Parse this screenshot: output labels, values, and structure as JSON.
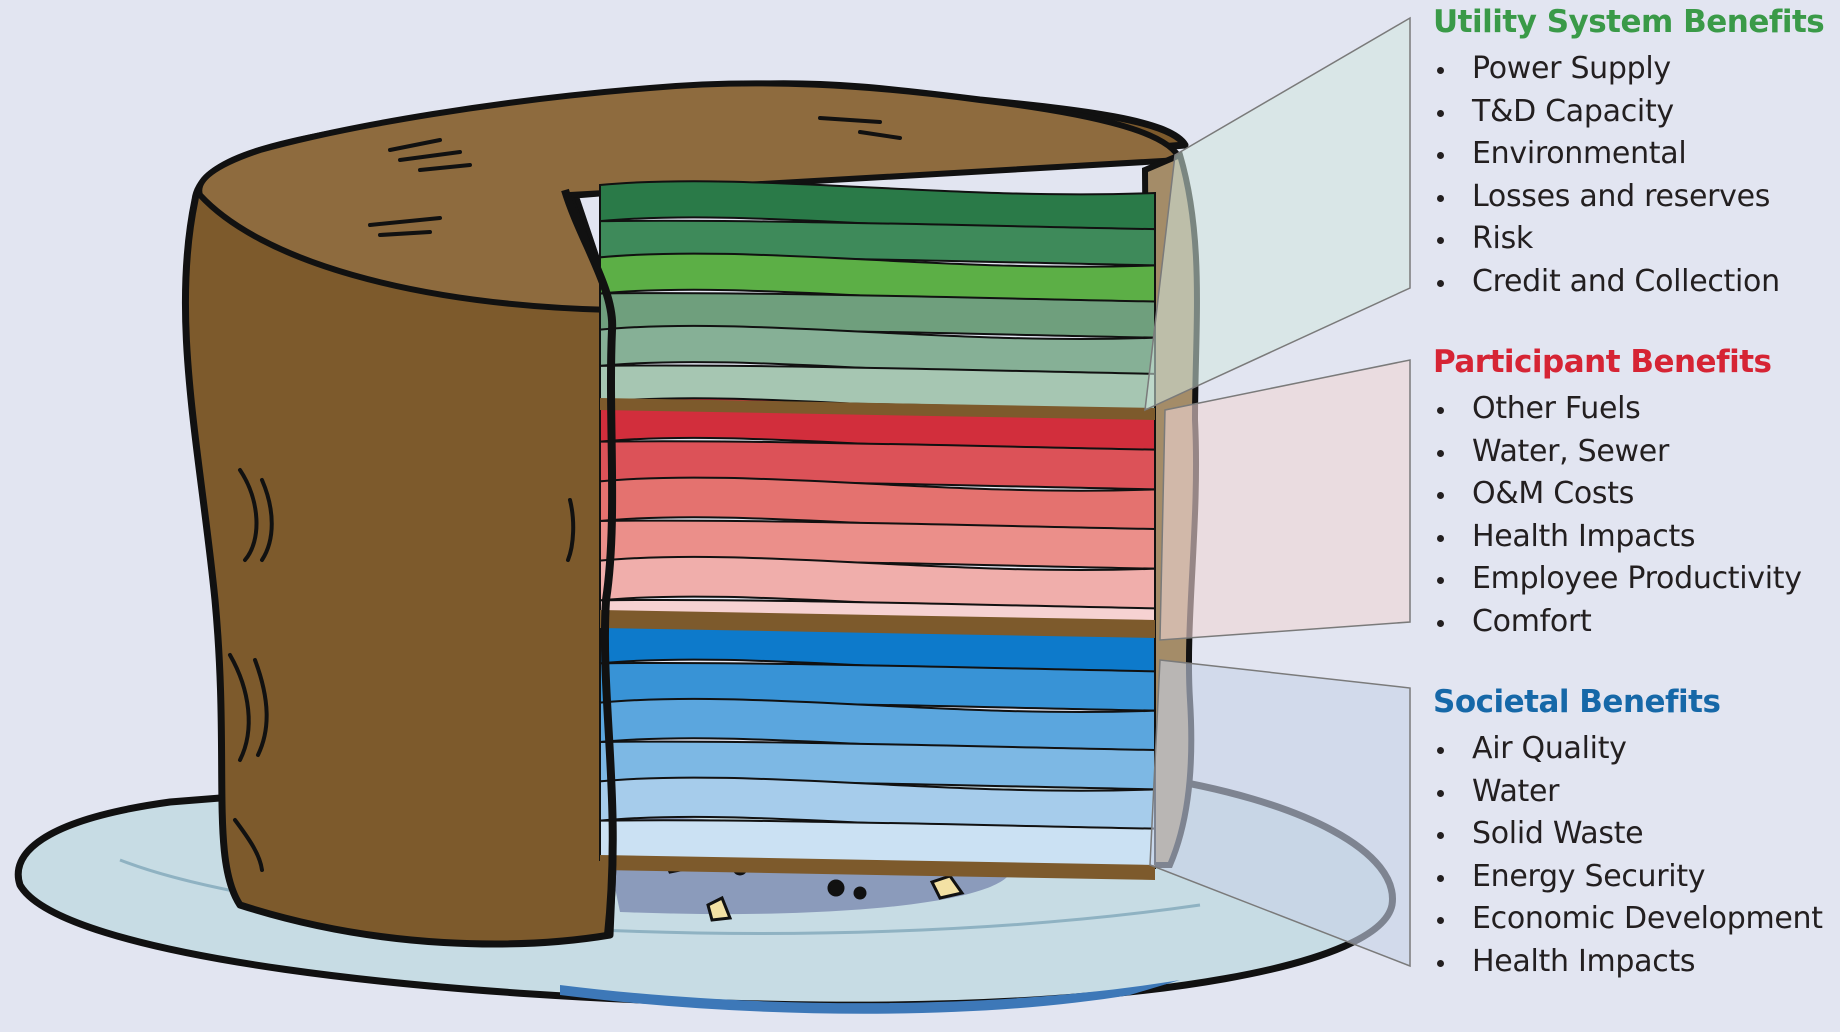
{
  "colors": {
    "background": "#e2e5f1",
    "cake": "#7d5a2c",
    "utility_heading": "#3a9a48",
    "participant_heading": "#d62434",
    "societal_heading": "#1668a8"
  },
  "groups": {
    "utility": {
      "title": "Utility System Benefits",
      "items": [
        "Power Supply",
        "T&D Capacity",
        "Environmental",
        "Losses and reserves",
        "Risk",
        "Credit and Collection"
      ],
      "layer_colors": [
        "#2a7a48",
        "#3e8a5a",
        "#5caf46",
        "#6f9f7d",
        "#86b096",
        "#a6c6b2"
      ]
    },
    "participant": {
      "title": "Participant Benefits",
      "items": [
        "Other Fuels",
        "Water, Sewer",
        "O&M Costs",
        "Health Impacts",
        "Employee Productivity",
        "Comfort"
      ],
      "layer_colors": [
        "#d22e3c",
        "#dc5258",
        "#e4726f",
        "#eb8f8a",
        "#f0aeab",
        "#f6d2d2"
      ]
    },
    "societal": {
      "title": "Societal Benefits",
      "items": [
        "Air Quality",
        "Water",
        "Solid Waste",
        "Energy Security",
        "Economic Development",
        "Health Impacts"
      ],
      "layer_colors": [
        "#0d7acb",
        "#3893d6",
        "#5ba6de",
        "#7db8e4",
        "#a6cceb",
        "#cbe1f3"
      ]
    }
  }
}
